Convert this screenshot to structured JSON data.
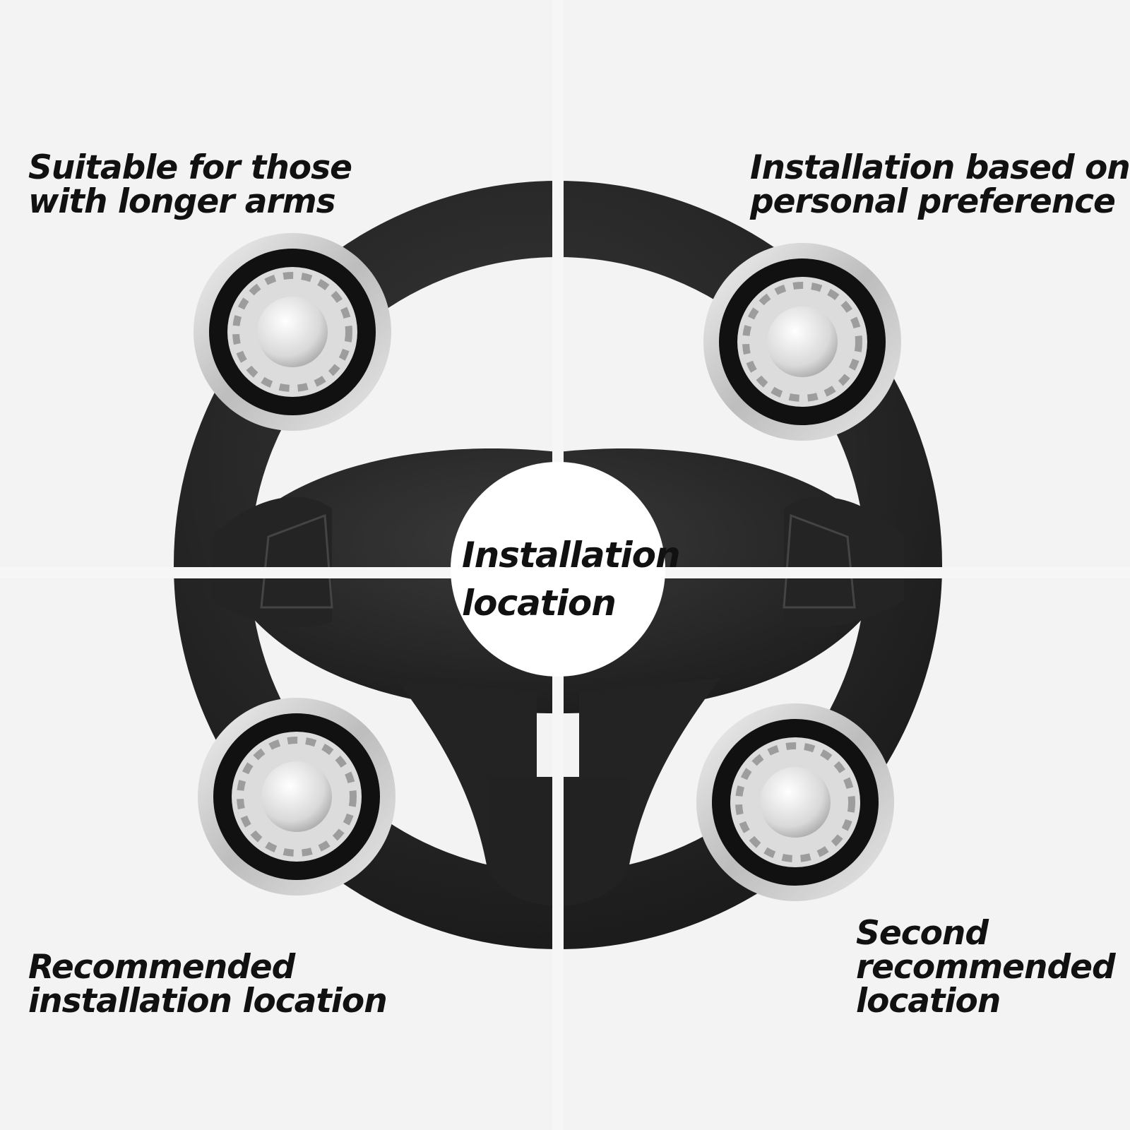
{
  "colors": {
    "background": "#f3f3f3",
    "wheel": "#222222",
    "wheel_highlight": "#3a3a3a",
    "divider": "#ffffff",
    "knob_silver": "#cfcfcf",
    "knob_black": "#111111",
    "chrome": "#e6e6e6",
    "text": "#111111"
  },
  "captions": {
    "top_left": [
      "Suitable for those",
      "with longer arms"
    ],
    "top_right": [
      "Installation based on",
      "personal preference"
    ],
    "bottom_left": [
      "Recommended",
      "installation location"
    ],
    "bottom_right": [
      "Second",
      "recommended",
      "location"
    ],
    "center": [
      "Installation",
      "location"
    ]
  },
  "icons": {
    "wheel": "steering-wheel-icon",
    "knob": "spinner-knob-icon"
  }
}
